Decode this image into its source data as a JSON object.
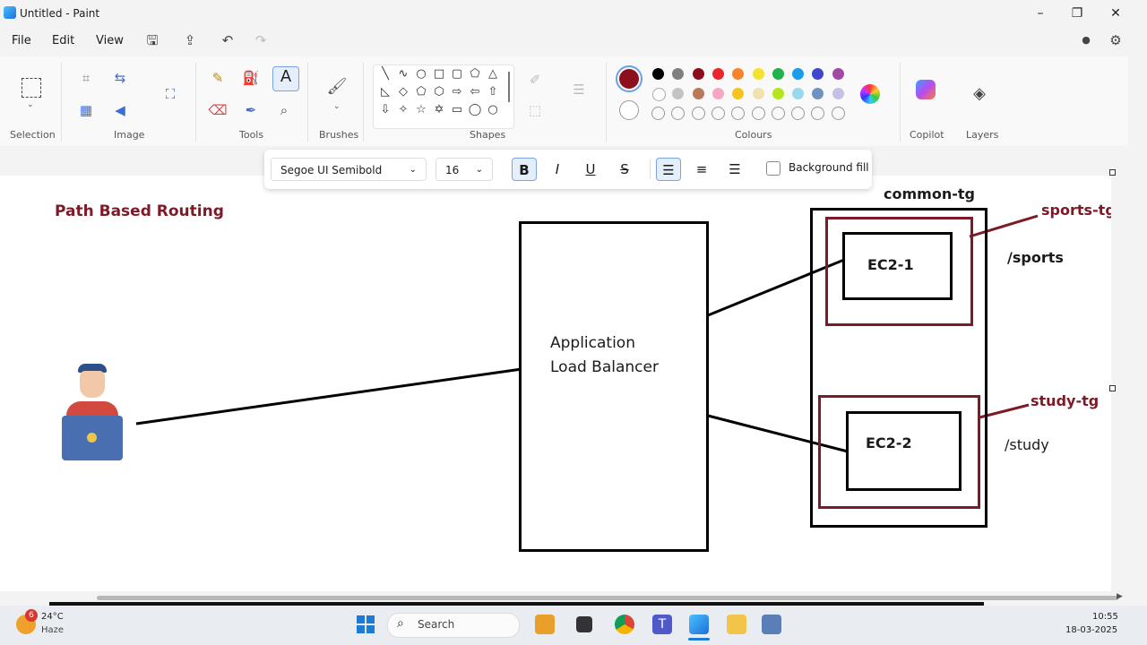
{
  "window": {
    "title": "Untitled - Paint"
  },
  "menu": {
    "file": "File",
    "edit": "Edit",
    "view": "View"
  },
  "ribbon": {
    "groups": [
      "Selection",
      "Image",
      "Tools",
      "Brushes",
      "Shapes",
      "Colours",
      "Copilot",
      "Layers"
    ]
  },
  "colors": {
    "selected": "#8b0f1c",
    "row1": [
      "#000000",
      "#7f7f7f",
      "#8b0f1c",
      "#e8262b",
      "#f5842b",
      "#f5e12f",
      "#22b14c",
      "#1c9de8",
      "#3f48cc",
      "#a349a4"
    ],
    "row2": [
      "#ffffff",
      "#c3c3c3",
      "#b97a57",
      "#f7a7c4",
      "#f5c51e",
      "#efe4b0",
      "#b5e61d",
      "#99d9ea",
      "#7092be",
      "#c8bfe7"
    ]
  },
  "text_toolbar": {
    "font": "Segoe UI Semibold",
    "size": "16",
    "bold": "B",
    "italic": "I",
    "underline": "U",
    "strike": "S",
    "background_fill": "Background fill"
  },
  "diagram": {
    "title": "Path Based Routing",
    "alb_line1": "Application",
    "alb_line2": "Load Balancer",
    "common_tg": "common-tg",
    "ec2_1": "EC2-1",
    "ec2_2": "EC2-2",
    "sports_tg": "sports-tg",
    "study_tg": "study-tg",
    "path_sports": "/sports",
    "path_study": "/study",
    "accent": "#7e1a28"
  },
  "taskbar": {
    "weather_temp": "24°C",
    "weather_desc": "Haze",
    "weather_badge": "6",
    "search": "Search",
    "time": "10:55",
    "date": "18-03-2025"
  }
}
